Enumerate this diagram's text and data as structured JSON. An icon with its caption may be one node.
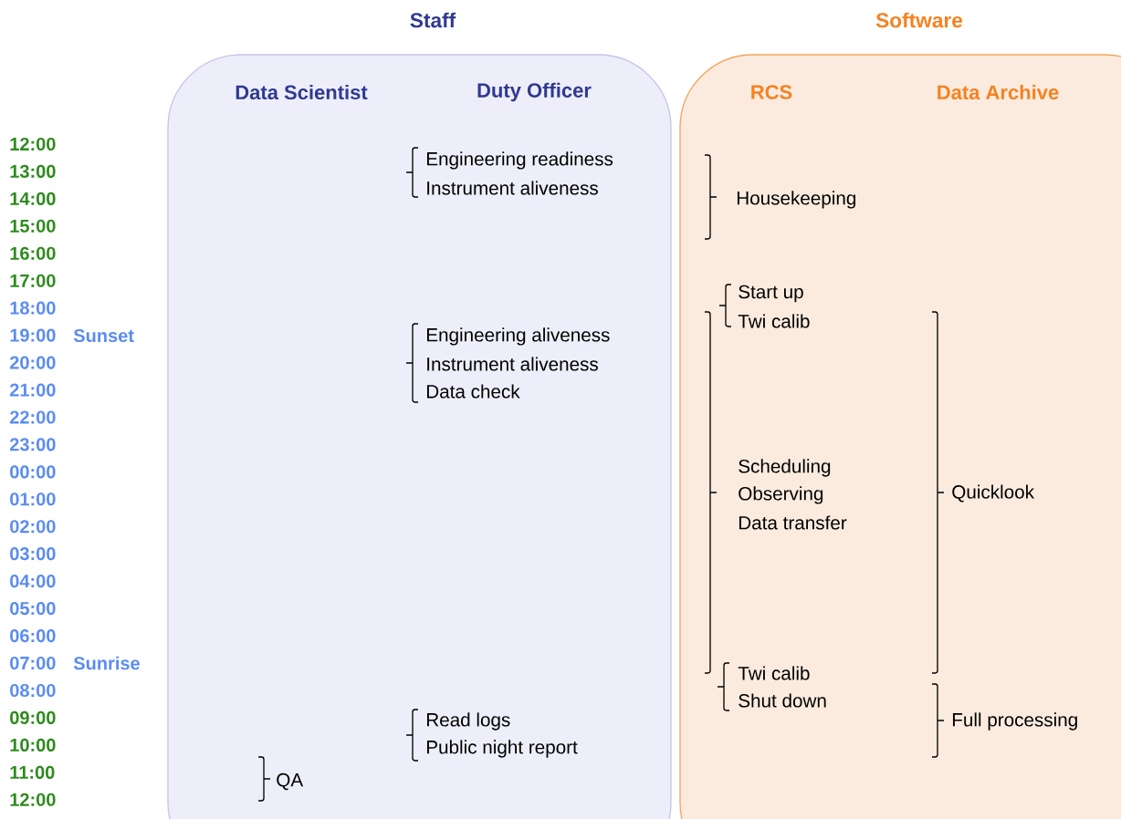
{
  "diagram": {
    "nodes": [
      {
        "text": [
          "Staff",
          "Data Scientist",
          "Duty Officer"
        ]
      },
      {
        "text": [
          "Software",
          "RCS",
          "Data Archive"
        ]
      }
    ],
    "labels": [
      "12:00",
      "13:00",
      "14:00",
      "15:00",
      "16:00",
      "17:00",
      "18:00",
      "19:00",
      "Sunset",
      "20:00",
      "21:00",
      "22:00",
      "23:00",
      "00:00",
      "01:00",
      "02:00",
      "03:00",
      "04:00",
      "05:00",
      "06:00",
      "07:00",
      "Sunrise",
      "08:00",
      "09:00",
      "10:00",
      "11:00",
      "12:00",
      "Engineering readiness",
      "Instrument aliveness",
      "Housekeeping",
      "Start up",
      "Twi calib",
      "Engineering aliveness",
      "Instrument aliveness",
      "Data check",
      "Scheduling",
      "Observing",
      "Data transfer",
      "Quicklook",
      "Twi calib",
      "Shut down",
      "Read logs",
      "Full processing",
      "Public night report",
      "QA"
    ]
  }
}
